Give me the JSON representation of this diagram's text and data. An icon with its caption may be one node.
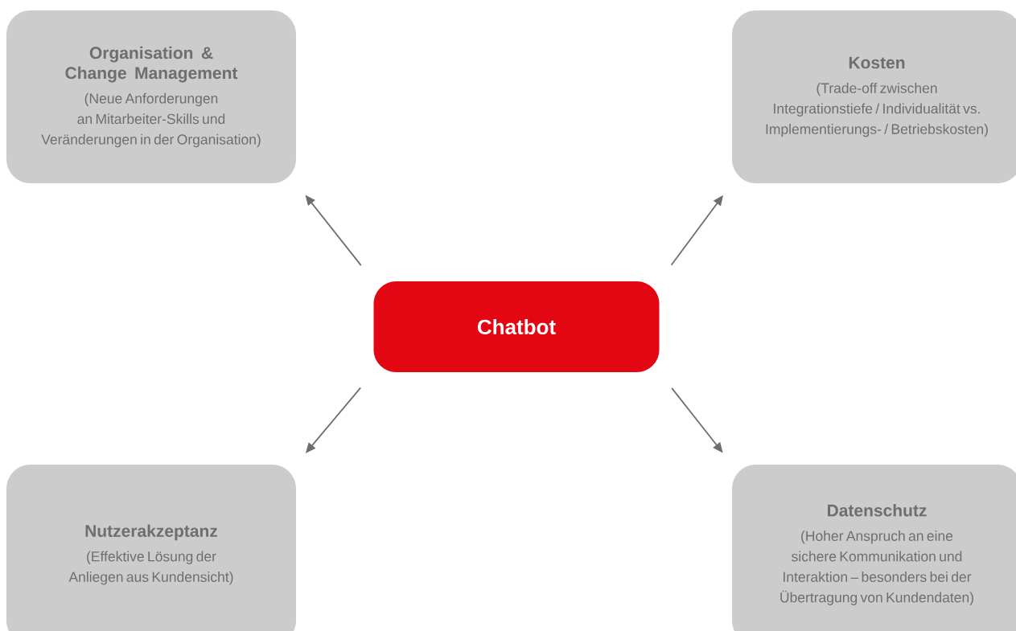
{
  "diagram": {
    "nodes": [
      {
        "text": [
          "Organisation & Change Management",
          "(Neue Anforderungen an Mitarbeiter-Skills und Veränderungen in der Organisation)"
        ]
      },
      {
        "text": [
          "Kosten",
          "(Trade-off zwischen Integrationstiefe / Individualität vs. Implementierungs- / Betriebskosten)"
        ]
      },
      {
        "text": [
          "Chatbot"
        ]
      },
      {
        "text": [
          "Nutzerakzeptanz",
          "(Effektive Lösung der Anliegen aus Kundensicht)"
        ]
      },
      {
        "text": [
          "Datenschutz",
          "(Hoher Anspruch an eine sichere Kommunikation und Interaktion – besonders bei der Übertragung von Kundendaten)"
        ]
      }
    ],
    "edges": [
      {
        "from": 2,
        "to": 0,
        "arrow": "to"
      },
      {
        "from": 2,
        "to": 1,
        "arrow": "to"
      },
      {
        "from": 2,
        "to": 3,
        "arrow": "to"
      },
      {
        "from": 2,
        "to": 4,
        "arrow": "to"
      }
    ]
  }
}
